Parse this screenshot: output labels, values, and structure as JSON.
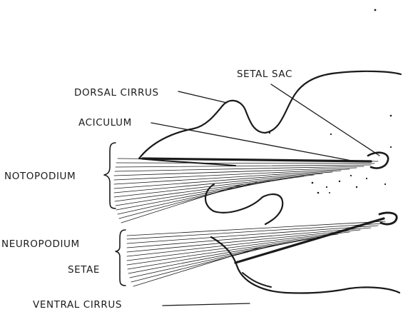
{
  "labels": {
    "setal_sac": "SETAL SAC",
    "dorsal_cirrus": "DORSAL CIRRUS",
    "aciculum": "ACICULUM",
    "notopodium": "NOTOPODIUM",
    "neuropodium": "NEUROPODIUM",
    "setae": "SETAE",
    "ventral_cirrus": "VENTRAL CIRRUS"
  }
}
